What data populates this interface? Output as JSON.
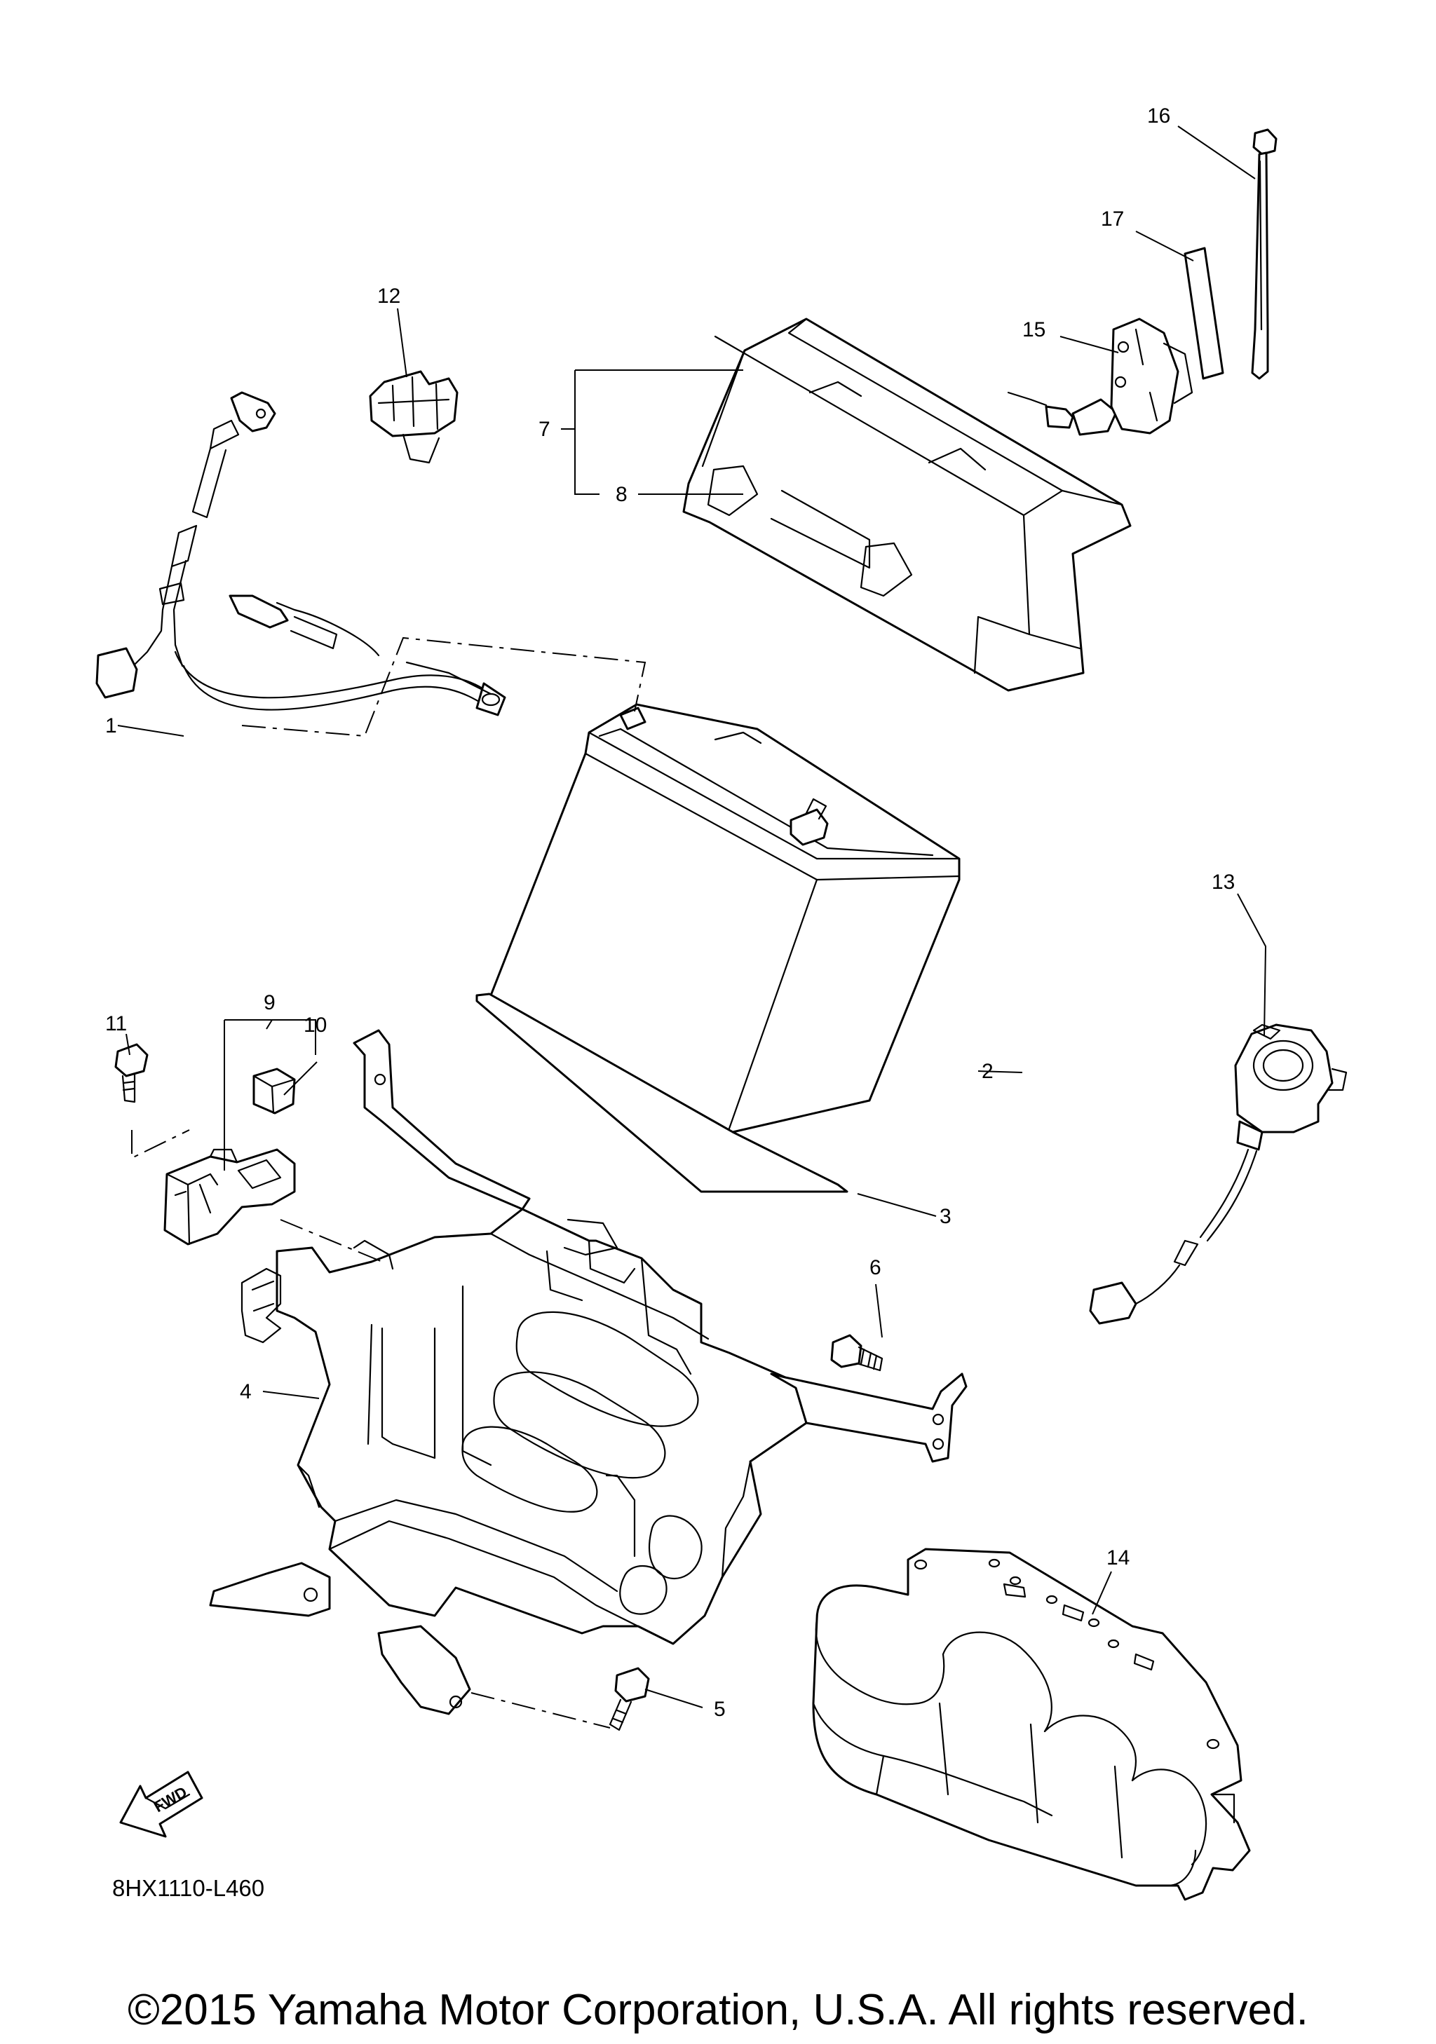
{
  "diagram_code": "8HX1110-L460",
  "fwd_label": "FWD",
  "copyright": "©2015 Yamaha Motor Corporation, U.S.A. All rights reserved.",
  "callouts": {
    "c1": "1",
    "c2": "2",
    "c3": "3",
    "c4": "4",
    "c5": "5",
    "c6": "6",
    "c7": "7",
    "c8": "8",
    "c9": "9",
    "c10": "10",
    "c11": "11",
    "c12": "12",
    "c13": "13",
    "c14": "14",
    "c15": "15",
    "c16": "16",
    "c17": "17"
  }
}
